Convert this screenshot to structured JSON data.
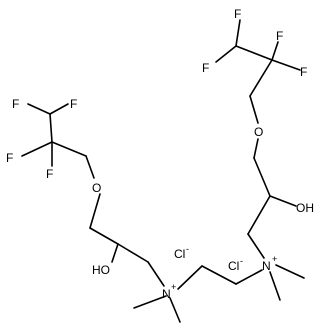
{
  "molecule": {
    "bond_color": "#000000",
    "label_color": "#000000",
    "background": "#ffffff",
    "atoms": {
      "f_left_top_left": "F",
      "f_left_top_right": "F",
      "f_left_mid_left": "F",
      "f_left_mid_right": "F",
      "o_left_ether": "O",
      "ho_left": "HO",
      "n_left": "N",
      "n_left_charge": "+",
      "cl_left": "Cl",
      "cl_left_charge": "-",
      "f_right_top_left": "F",
      "f_right_top_right": "F",
      "f_right_mid_left": "F",
      "f_right_mid_right": "F",
      "o_right_ether": "O",
      "oh_right": "OH",
      "n_right": "N",
      "n_right_charge": "+",
      "cl_right": "Cl",
      "cl_right_charge": "-"
    }
  }
}
